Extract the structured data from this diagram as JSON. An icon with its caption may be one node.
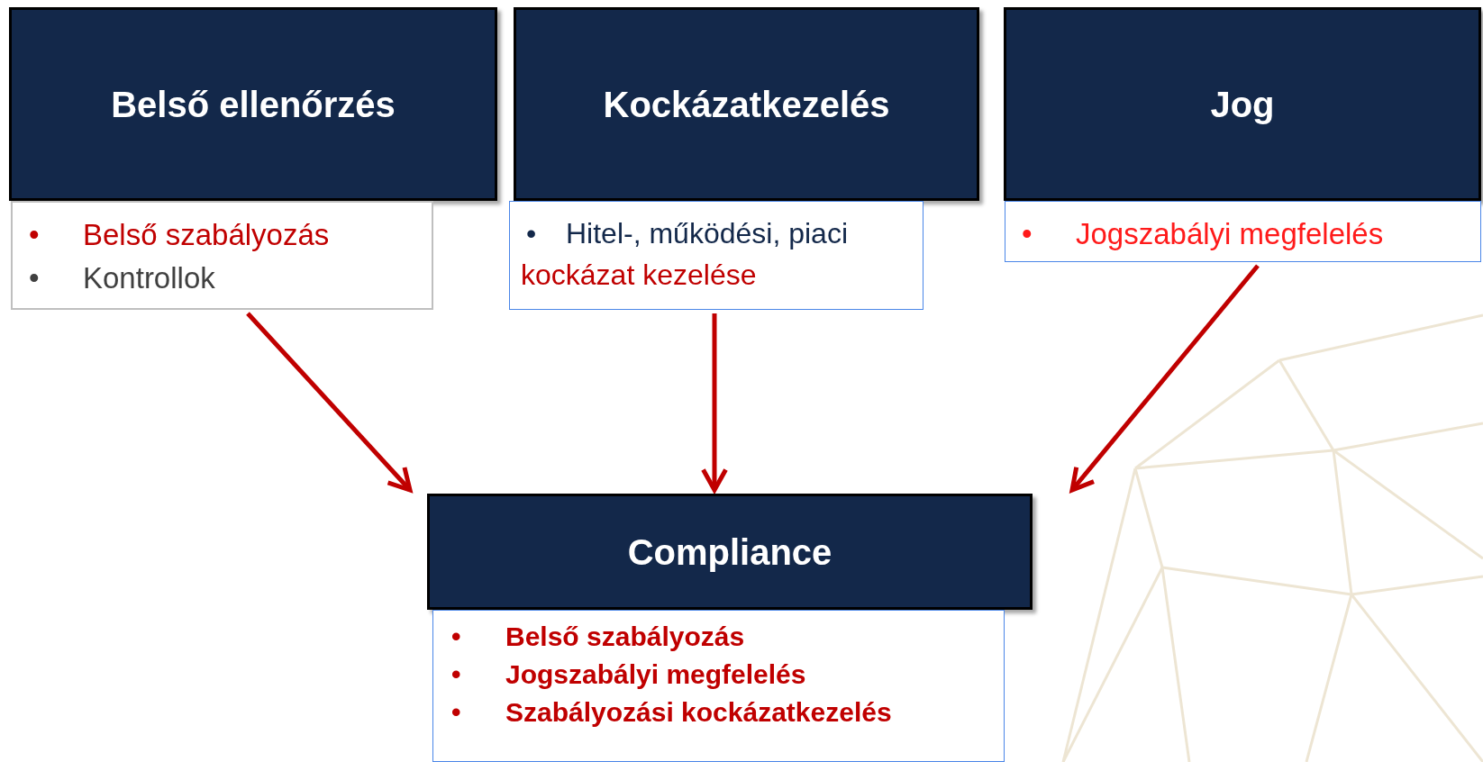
{
  "diagram": {
    "nodes": [
      {
        "text": [
          "Belső ellenőrzés"
        ]
      },
      {
        "text": [
          "Belső szabályozás",
          "Kontrollok"
        ]
      },
      {
        "text": [
          "Kockázatkezelés"
        ]
      },
      {
        "text": [
          "Hitel-, működési, piaci",
          "kockázat kezelése"
        ]
      },
      {
        "text": [
          "Jog"
        ]
      },
      {
        "text": [
          "Jogszabályi megfelelés"
        ]
      },
      {
        "text": [
          "Compliance"
        ]
      },
      {
        "text": [
          "Belső szabályozás",
          "Jogszabályi megfelelés",
          "Szabályozási kockázatkezelés"
        ]
      }
    ],
    "labels": [
      "•",
      "•",
      "•",
      "•",
      "•",
      "•",
      "•"
    ],
    "edges": [
      {
        "from": 1,
        "to": 6,
        "arrow": "to"
      },
      {
        "from": 3,
        "to": 6,
        "arrow": "to"
      },
      {
        "from": 5,
        "to": 6,
        "arrow": "to"
      }
    ]
  }
}
